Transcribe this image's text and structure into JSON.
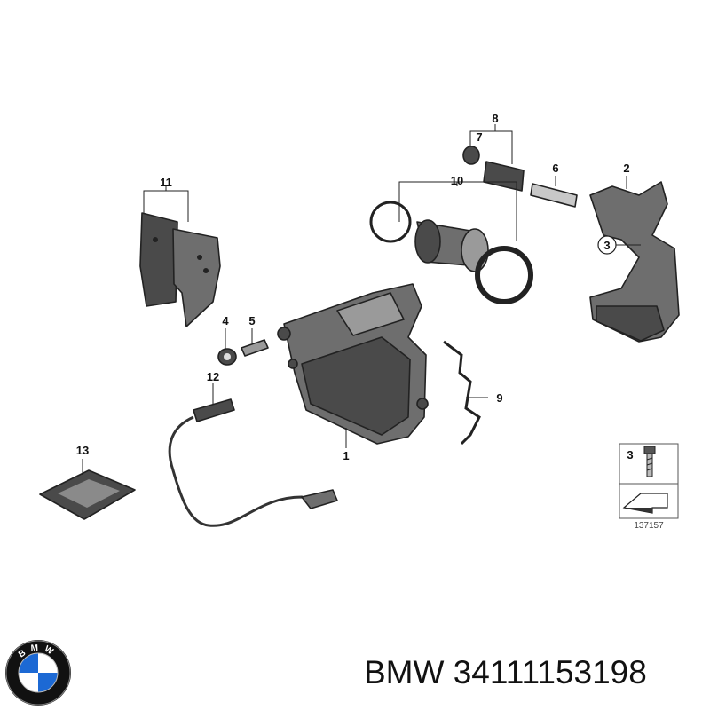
{
  "callouts": {
    "c1": "1",
    "c2": "2",
    "c3": "3",
    "c4": "4",
    "c5": "5",
    "c6": "6",
    "c7": "7",
    "c8": "8",
    "c9": "9",
    "c10": "10",
    "c11": "11",
    "c12": "12",
    "c13": "13"
  },
  "legend": {
    "item_number": "3",
    "reference": "137157"
  },
  "logo": {
    "text": "BMW",
    "colors": {
      "blue": "#1c69d4",
      "white": "#ffffff",
      "ring": "#111111"
    }
  },
  "caption": {
    "brand": "BMW",
    "part_number": "34111153198"
  }
}
